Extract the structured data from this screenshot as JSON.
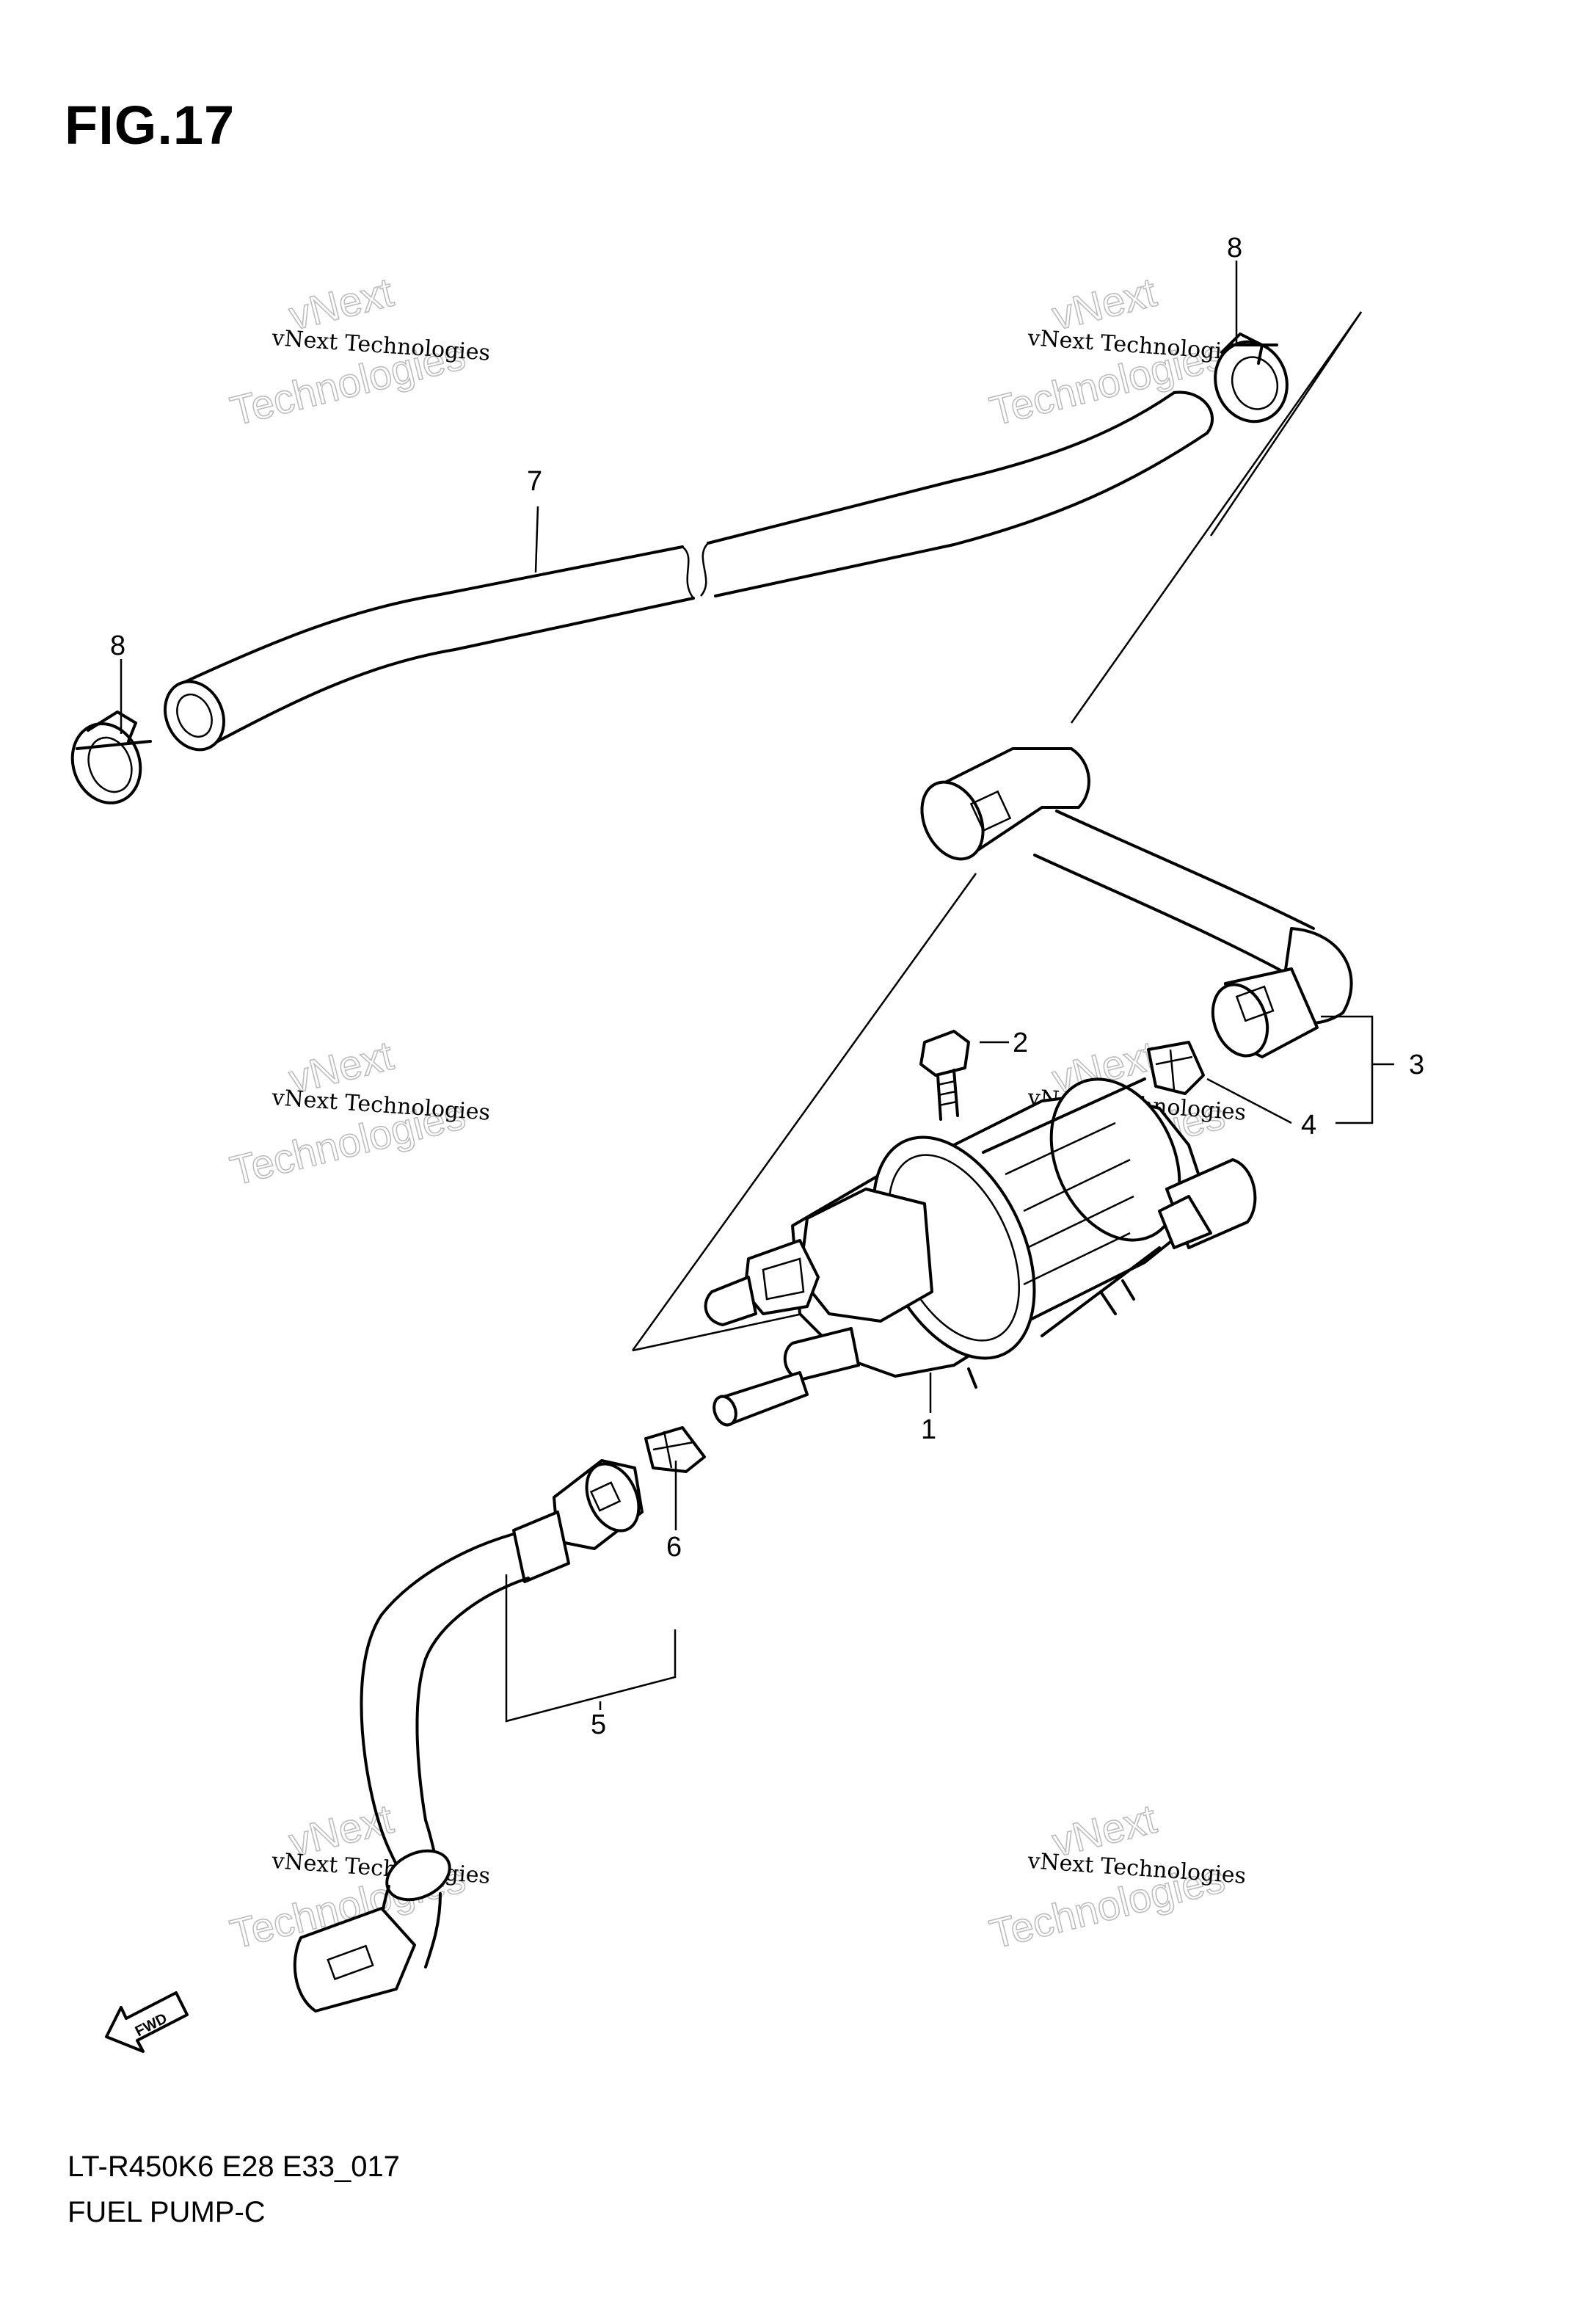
{
  "figure": {
    "title": "FIG.17",
    "code": "LT-R450K6 E28 E33_017",
    "name": "FUEL PUMP-C"
  },
  "callouts": [
    "1",
    "2",
    "3",
    "4",
    "5",
    "6",
    "7",
    "8",
    "8"
  ],
  "watermark": {
    "line1": "vNext Technologies",
    "line2": "vNext",
    "line3": "Technologies"
  },
  "fwd_label": "FWD"
}
